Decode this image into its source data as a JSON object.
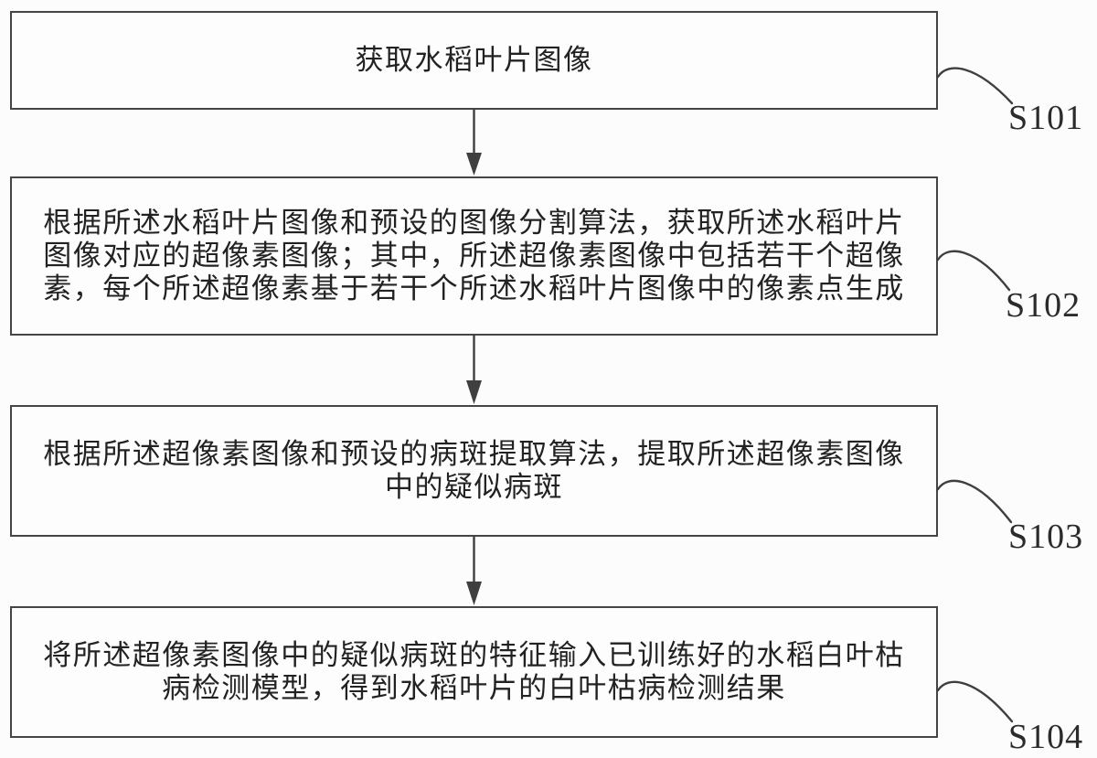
{
  "page": {
    "background": "#fcfcfc",
    "line_color": "#3f3f3f",
    "border_color": "#454545",
    "text_color": "#222222",
    "label_color": "#2b2b2b"
  },
  "flowchart": {
    "connector_style": "down-arrow",
    "steps": [
      {
        "label": "S101",
        "lines": [
          "获取水稻叶片图像"
        ]
      },
      {
        "label": "S102",
        "lines": [
          "根据所述水稻叶片图像和预设的图像分割算法，获取所述水稻叶片",
          "图像对应的超像素图像；其中，所述超像素图像中包括若干个超像",
          "素，每个所述超像素基于若干个所述水稻叶片图像中的像素点生成"
        ]
      },
      {
        "label": "S103",
        "lines": [
          "根据所述超像素图像和预设的病斑提取算法，提取所述超像素图像",
          "中的疑似病斑"
        ]
      },
      {
        "label": "S104",
        "lines": [
          "将所述超像素图像中的疑似病斑的特征输入已训练好的水稻白叶枯",
          "病检测模型，得到水稻叶片的白叶枯病检测结果"
        ]
      }
    ]
  }
}
